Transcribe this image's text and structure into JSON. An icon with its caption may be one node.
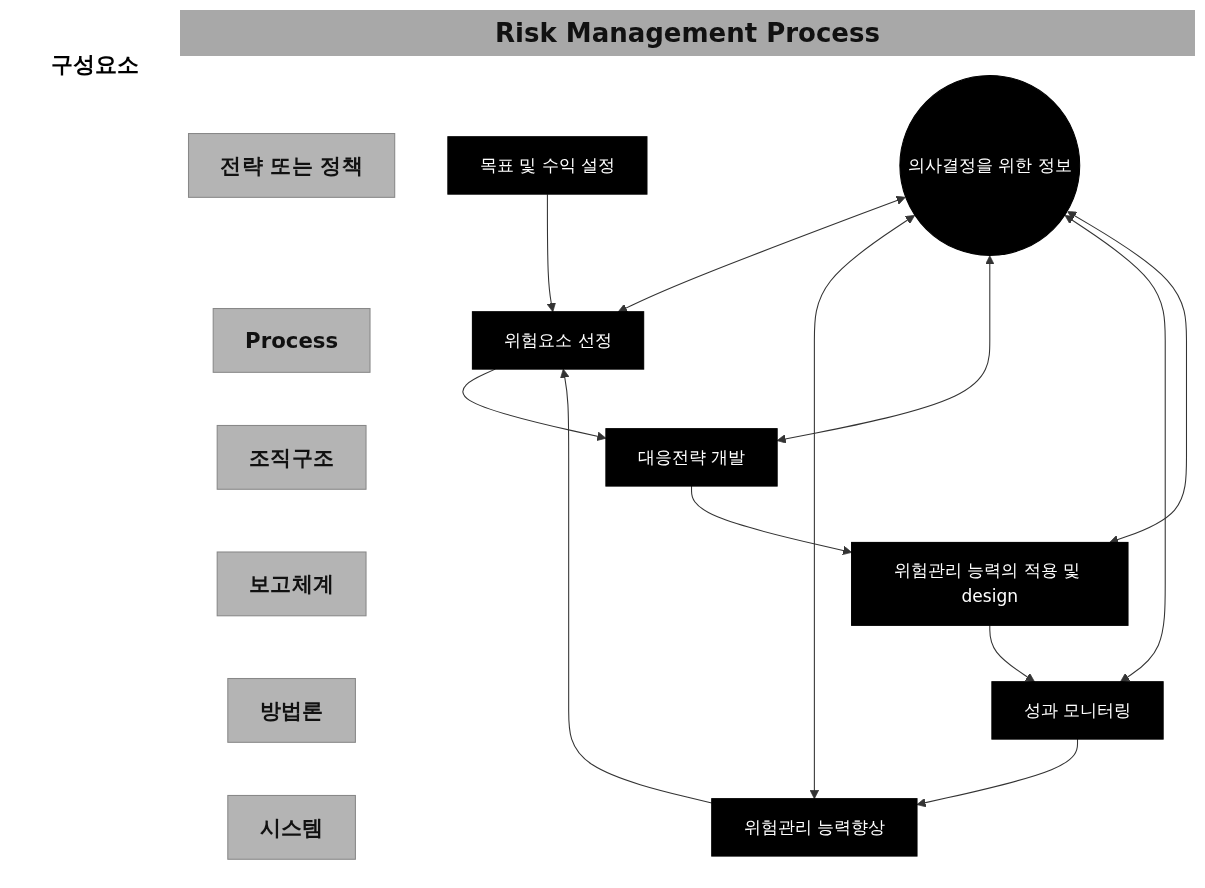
{
  "diagram": {
    "title": "Risk Management Process",
    "nodes": [
      {
        "text": [
          "전략 또는 정책"
        ]
      },
      {
        "text": [
          "Process"
        ]
      },
      {
        "text": [
          "조직구조"
        ]
      },
      {
        "text": [
          "보고체계"
        ]
      },
      {
        "text": [
          "방법론"
        ]
      },
      {
        "text": [
          "시스템"
        ]
      },
      {
        "text": [
          "목표 및 수익 설정"
        ]
      },
      {
        "text": [
          "위험요소 선정"
        ]
      },
      {
        "text": [
          "위험관리 능력향상"
        ]
      },
      {
        "text": [
          "의사결정을 위한 정보"
        ]
      },
      {
        "text": [
          "대응전략 개발"
        ]
      },
      {
        "text": [
          "성과 모니터링"
        ]
      },
      {
        "text": [
          "위험관리 능력의 적용 및 design"
        ]
      }
    ],
    "edges": [
      {
        "from": 6,
        "to": 7,
        "arrow": "to"
      },
      {
        "from": 7,
        "to": 10,
        "arrow": "to"
      },
      {
        "from": 10,
        "to": 12,
        "arrow": "to"
      },
      {
        "from": 12,
        "to": 11,
        "arrow": "to"
      },
      {
        "from": 11,
        "to": 8,
        "arrow": "to"
      },
      {
        "from": 8,
        "to": 7,
        "arrow": "to"
      },
      {
        "from": 9,
        "to": 7,
        "arrow": "both"
      },
      {
        "from": 9,
        "to": 8,
        "arrow": "both"
      },
      {
        "from": 9,
        "to": 10,
        "arrow": "both"
      },
      {
        "from": 9,
        "to": 11,
        "arrow": "both"
      },
      {
        "from": 9,
        "to": 12,
        "arrow": "both"
      }
    ],
    "labels": [
      "구성요소"
    ]
  }
}
